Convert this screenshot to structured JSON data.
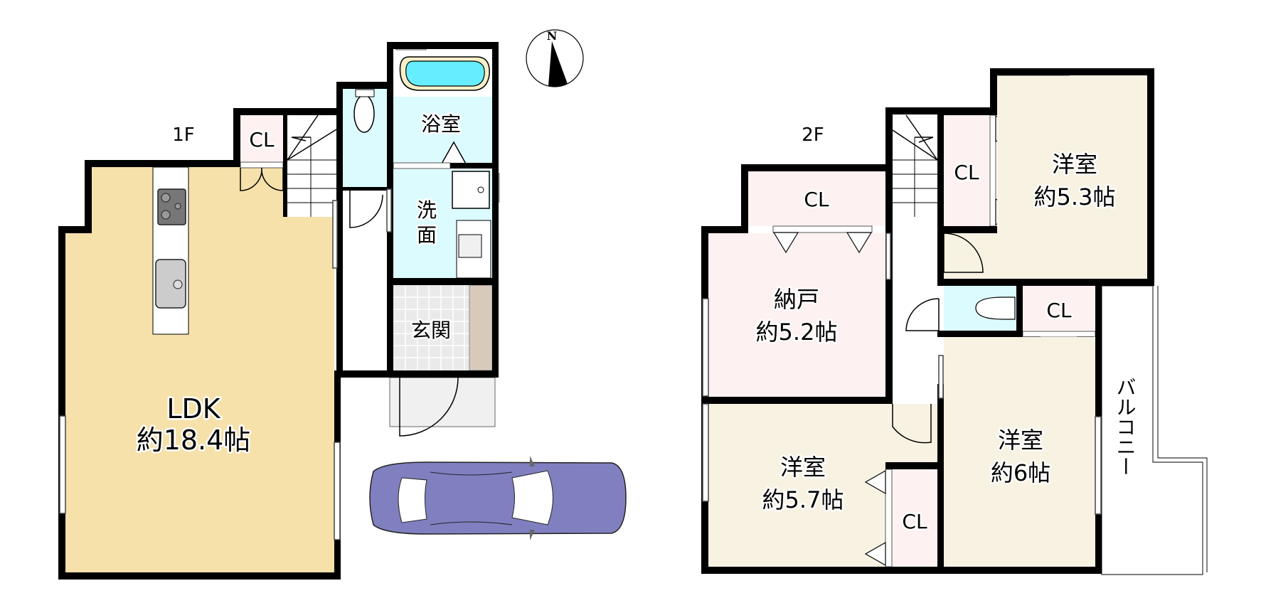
{
  "floors": [
    {
      "label": "1F",
      "rooms": [
        {
          "id": "ldk",
          "name": "LDK",
          "area": "約18.4帖",
          "color": "#f6e1aa"
        },
        {
          "id": "cl-1f",
          "name": "CL",
          "color": "#fdf1f1"
        },
        {
          "id": "toilet-1f",
          "name": "",
          "color": "#dcfbff"
        },
        {
          "id": "bath",
          "name": "浴室",
          "color": "#dcfbff"
        },
        {
          "id": "washroom",
          "name": "洗面",
          "color": "#dcfbff"
        },
        {
          "id": "entrance",
          "name": "玄関",
          "color": "#eaeaea"
        },
        {
          "id": "hall-1f",
          "name": "",
          "color": "#ffffff"
        },
        {
          "id": "stairs-1f",
          "name": "",
          "color": "#ffffff"
        }
      ]
    },
    {
      "label": "2F",
      "rooms": [
        {
          "id": "storage",
          "name": "納戸",
          "area": "約5.2帖",
          "color": "#fdf1f1"
        },
        {
          "id": "cl-2f-top",
          "name": "CL",
          "color": "#fdf1f1"
        },
        {
          "id": "cl-2f-right",
          "name": "CL",
          "color": "#fdf1f1"
        },
        {
          "id": "western-53",
          "name": "洋室",
          "area": "約5.3帖",
          "color": "#f8f2e2"
        },
        {
          "id": "toilet-2f",
          "name": "",
          "color": "#dcfbff"
        },
        {
          "id": "cl-2f-mid",
          "name": "CL",
          "color": "#fdf1f1"
        },
        {
          "id": "western-57",
          "name": "洋室",
          "area": "約5.7帖",
          "color": "#f8f2e2"
        },
        {
          "id": "cl-2f-bottom",
          "name": "CL",
          "color": "#fdf1f1"
        },
        {
          "id": "western-6",
          "name": "洋室",
          "area": "約6帖",
          "color": "#f8f2e2"
        },
        {
          "id": "balcony",
          "name": "バルコニー",
          "color": "#ffffff"
        }
      ]
    }
  ],
  "compass": {
    "label": "N"
  },
  "car": {
    "color": "#8080c0"
  },
  "wall_color": "#000000"
}
